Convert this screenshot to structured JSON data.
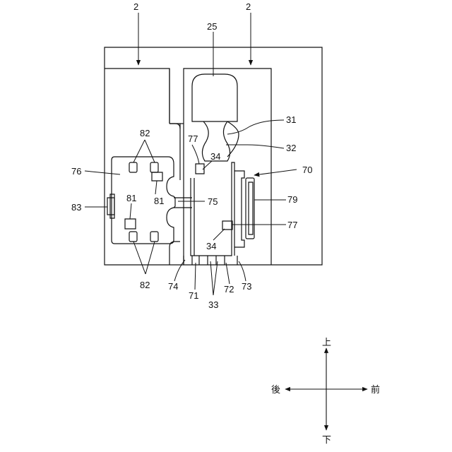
{
  "labels": {
    "ref_2_left": "2",
    "ref_2_right": "2",
    "ref_25": "25",
    "ref_31": "31",
    "ref_32": "32",
    "ref_70": "70",
    "ref_76": "76",
    "ref_82_top": "82",
    "ref_81_upper": "81",
    "ref_81_lower": "81",
    "ref_77_top": "77",
    "ref_34_top": "34",
    "ref_75": "75",
    "ref_79": "79",
    "ref_83": "83",
    "ref_77_right": "77",
    "ref_34_bottom": "34",
    "ref_82_bottom": "82",
    "ref_74": "74",
    "ref_71": "71",
    "ref_72": "72",
    "ref_73": "73",
    "ref_33": "33"
  },
  "directions": {
    "up": "上",
    "down": "下",
    "rear": "後",
    "front": "前"
  },
  "colors": {
    "stroke": "#111111",
    "background": "#ffffff"
  }
}
